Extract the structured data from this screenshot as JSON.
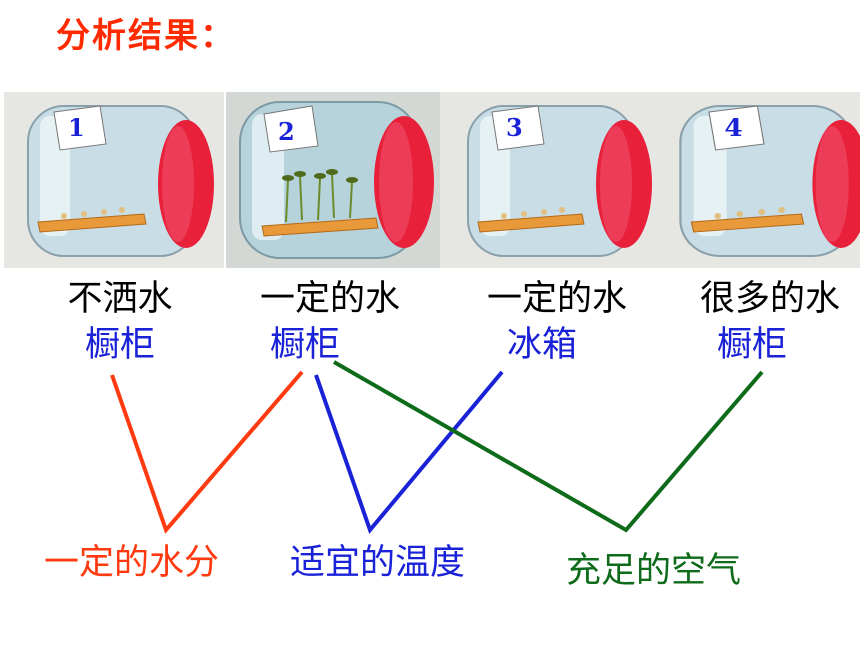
{
  "title": "分析结果：",
  "jars": [
    {
      "number": "1",
      "water": "不洒水",
      "place": "橱柜",
      "sprouted": false
    },
    {
      "number": "2",
      "water": "一定的水",
      "place": "橱柜",
      "sprouted": true
    },
    {
      "number": "3",
      "water": "一定的水",
      "place": "冰箱",
      "sprouted": false
    },
    {
      "number": "4",
      "water": "很多的水",
      "place": "橱柜",
      "sprouted": false
    }
  ],
  "factors": [
    {
      "label": "一定的水分",
      "color": "#ff3a10"
    },
    {
      "label": "适宜的温度",
      "color": "#1a22d8"
    },
    {
      "label": "充足的空气",
      "color": "#0d6b1a"
    }
  ],
  "colors": {
    "title": "#ff2a00",
    "place_text": "#1a22d8",
    "jar_lid": "#e8203a",
    "jar_number": "#1a22d8"
  }
}
